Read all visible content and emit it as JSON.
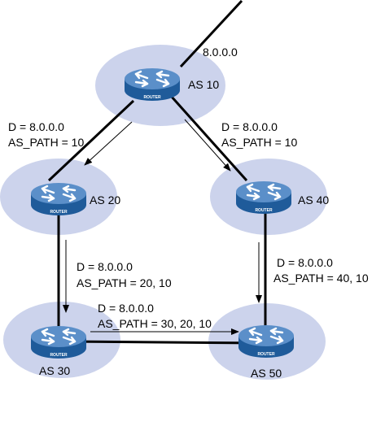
{
  "prefix_label": "8.0.0.0",
  "router_caption": "ROUTER",
  "autonomous_systems": {
    "as10": {
      "label": "AS 10"
    },
    "as20": {
      "label": "AS 20"
    },
    "as30": {
      "label": "AS 30"
    },
    "as40": {
      "label": "AS 40"
    },
    "as50": {
      "label": "AS 50"
    }
  },
  "route_updates": {
    "as10_to_as20": {
      "dest": "D = 8.0.0.0",
      "as_path": "AS_PATH = 10"
    },
    "as10_to_as40": {
      "dest": "D = 8.0.0.0",
      "as_path": "AS_PATH = 10"
    },
    "as20_to_as30": {
      "dest": "D = 8.0.0.0",
      "as_path": "AS_PATH = 20, 10"
    },
    "as40_to_as50": {
      "dest": "D = 8.0.0.0",
      "as_path": "AS_PATH = 40, 10"
    },
    "as30_to_as50": {
      "dest": "D = 8.0.0.0",
      "as_path": "AS_PATH = 30, 20, 10"
    }
  },
  "colors": {
    "as_region": "#ccd3ec",
    "router_body": "#1f5b9a",
    "router_top": "#5b8fc9",
    "link": "#000000"
  }
}
